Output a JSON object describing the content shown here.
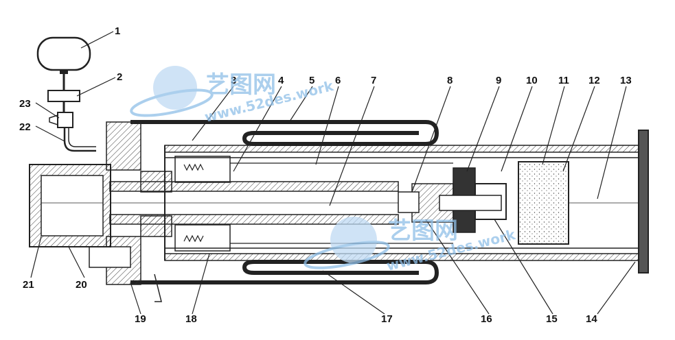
{
  "labels": {
    "l1": "1",
    "l2": "2",
    "l3": "3",
    "l4": "4",
    "l5": "5",
    "l6": "6",
    "l7": "7",
    "l8": "8",
    "l9": "9",
    "l10": "10",
    "l11": "11",
    "l12": "12",
    "l13": "13",
    "l14": "14",
    "l15": "15",
    "l16": "16",
    "l17": "17",
    "l18": "18",
    "l19": "19",
    "l20": "20",
    "l21": "21",
    "l22": "22",
    "l23": "23"
  },
  "watermark": {
    "brand": "艺图网",
    "domain": "www.52des.work"
  },
  "colors": {
    "line": "#222222",
    "watermark": "#8fbfe8"
  }
}
